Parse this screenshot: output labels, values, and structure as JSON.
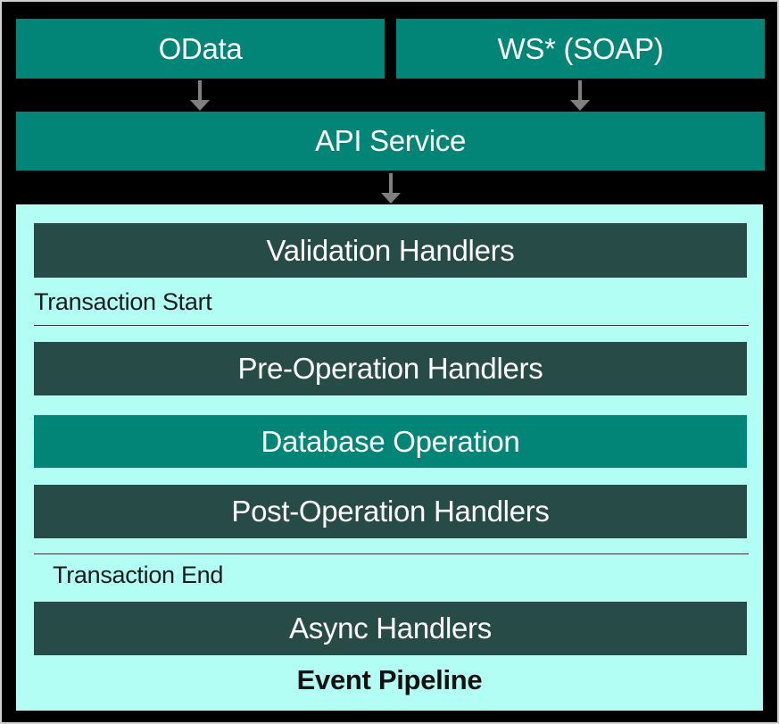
{
  "diagram": {
    "sources": [
      {
        "label": "OData"
      },
      {
        "label": "WS* (SOAP)"
      }
    ],
    "api_service": {
      "label": "API Service"
    },
    "pipeline": {
      "title": "Event Pipeline",
      "transaction_start": "Transaction Start",
      "transaction_end": "Transaction End",
      "stages": [
        {
          "label": "Validation Handlers",
          "variant": "dark"
        },
        {
          "label": "Pre-Operation Handlers",
          "variant": "dark"
        },
        {
          "label": "Database Operation",
          "variant": "teal"
        },
        {
          "label": "Post-Operation Handlers",
          "variant": "dark"
        },
        {
          "label": "Async Handlers",
          "variant": "dark"
        }
      ]
    },
    "colors": {
      "teal": "#028577",
      "dark_slate": "#274b46",
      "pipeline_background": "#b2fef5",
      "arrow_gray": "#7f7f7f",
      "canvas_background": "#000000",
      "outer_border": "#d0d0d0",
      "box_text": "#ffffff",
      "label_text": "#1a1a1a"
    }
  }
}
